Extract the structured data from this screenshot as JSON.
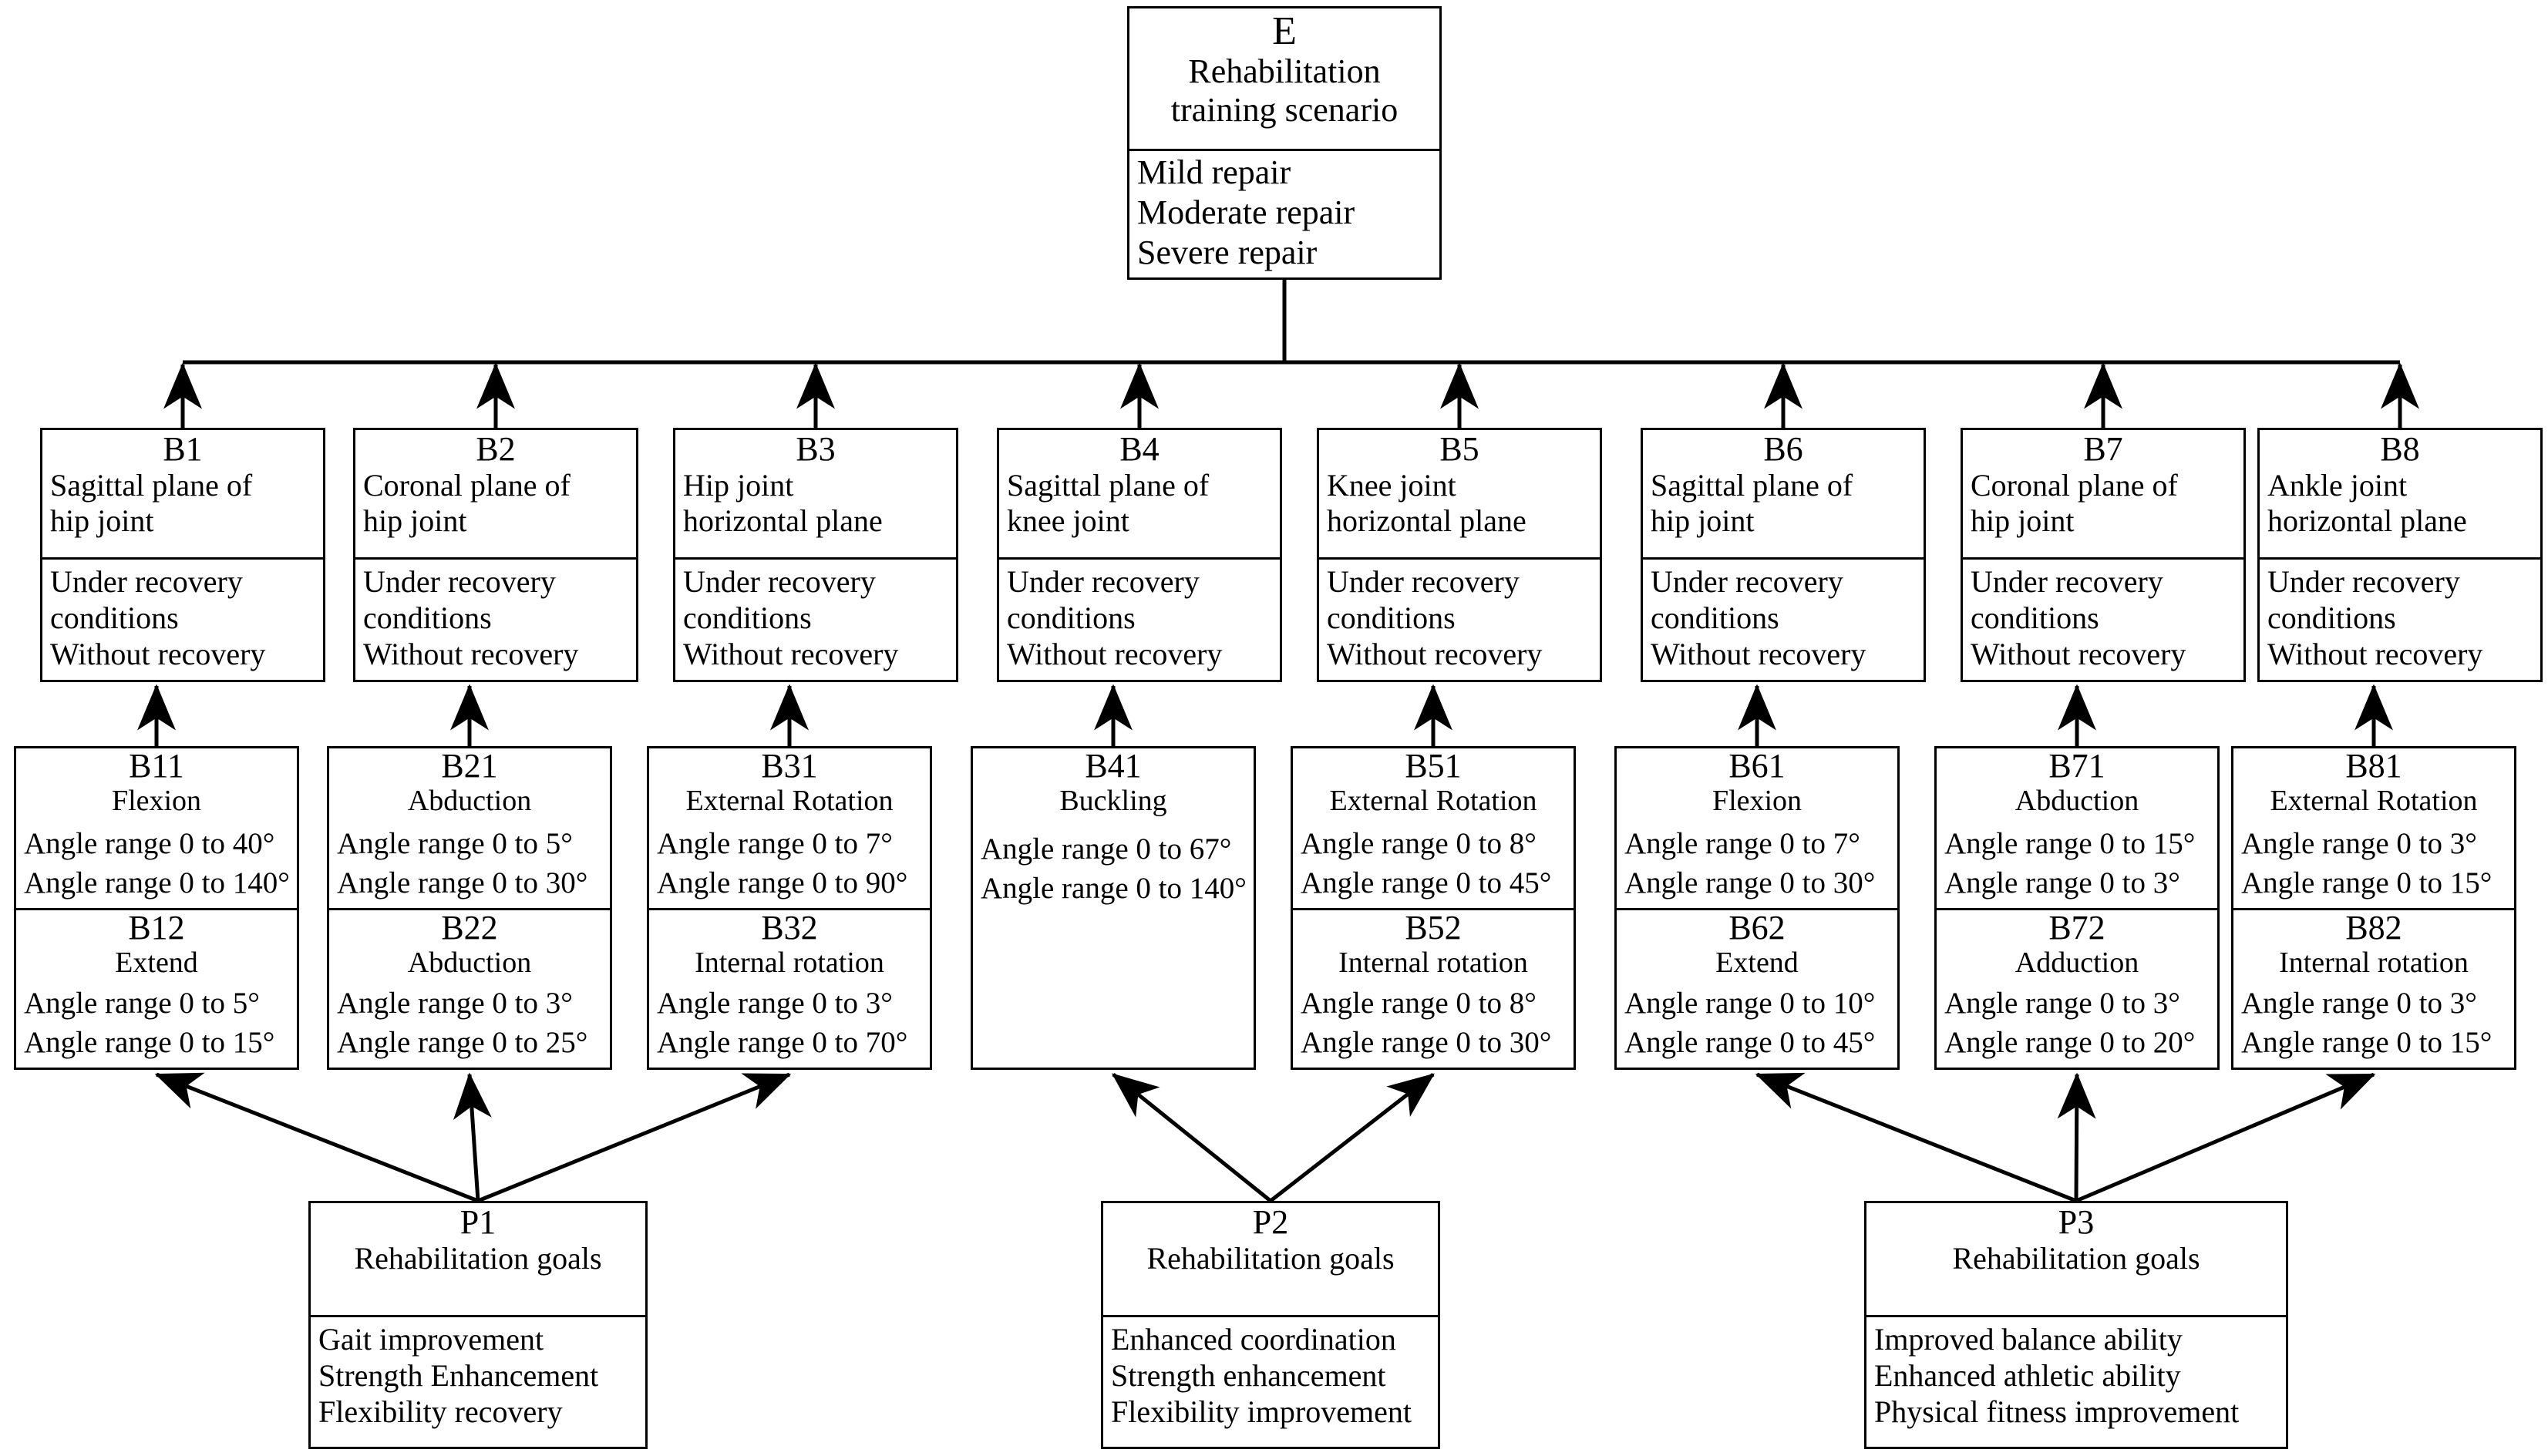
{
  "diagram": {
    "title_node": {
      "code": "E",
      "title_lines": [
        "Rehabilitation",
        "training scenario"
      ],
      "items": [
        "Mild repair",
        "Moderate repair",
        "Severe repair"
      ]
    },
    "b_nodes": [
      {
        "code": "B1",
        "title_lines": [
          "Sagittal plane of",
          "hip joint"
        ],
        "items": [
          "Under recovery",
          "conditions",
          "Without recovery"
        ]
      },
      {
        "code": "B2",
        "title_lines": [
          "Coronal plane of",
          "hip joint"
        ],
        "items": [
          "Under recovery",
          "conditions",
          "Without recovery"
        ]
      },
      {
        "code": "B3",
        "title_lines": [
          "Hip joint",
          "horizontal plane"
        ],
        "items": [
          "Under recovery",
          "conditions",
          "Without recovery"
        ]
      },
      {
        "code": "B4",
        "title_lines": [
          "Sagittal plane of",
          "knee joint"
        ],
        "items": [
          "Under recovery",
          "conditions",
          "Without recovery"
        ]
      },
      {
        "code": "B5",
        "title_lines": [
          "Knee joint",
          "horizontal plane"
        ],
        "items": [
          "Under recovery",
          "conditions",
          "Without recovery"
        ]
      },
      {
        "code": "B6",
        "title_lines": [
          "Sagittal plane of",
          "hip joint"
        ],
        "items": [
          "Under recovery",
          "conditions",
          "Without recovery"
        ]
      },
      {
        "code": "B7",
        "title_lines": [
          "Coronal plane of",
          "hip joint"
        ],
        "items": [
          "Under recovery",
          "conditions",
          "Without recovery"
        ]
      },
      {
        "code": "B8",
        "title_lines": [
          "Ankle joint",
          "horizontal plane"
        ],
        "items": [
          "Under recovery",
          "conditions",
          "Without recovery"
        ]
      }
    ],
    "leaf_columns": [
      {
        "first": {
          "code": "B11",
          "name": "Flexion",
          "angles": [
            "Angle range 0 to 40°",
            "Angle range 0 to 140°"
          ]
        },
        "second": {
          "code": "B12",
          "name": "Extend",
          "angles": [
            "Angle range 0 to 5°",
            "Angle range 0 to 15°"
          ]
        }
      },
      {
        "first": {
          "code": "B21",
          "name": "Abduction",
          "angles": [
            "Angle range 0 to 5°",
            "Angle range 0 to 30°"
          ]
        },
        "second": {
          "code": "B22",
          "name": "Abduction",
          "angles": [
            "Angle range 0 to 3°",
            "Angle range 0 to 25°"
          ]
        }
      },
      {
        "first": {
          "code": "B31",
          "name": "External Rotation",
          "angles": [
            "Angle range 0 to 7°",
            "Angle range 0 to 90°"
          ]
        },
        "second": {
          "code": "B32",
          "name": "Internal rotation",
          "angles": [
            "Angle range 0 to 3°",
            "Angle range 0 to 70°"
          ]
        }
      },
      {
        "first": {
          "code": "B41",
          "name": "Buckling",
          "angles": [
            "Angle range 0 to 67°",
            "Angle range 0 to 140°"
          ]
        },
        "second": null
      },
      {
        "first": {
          "code": "B51",
          "name": "External Rotation",
          "angles": [
            "Angle range 0 to 8°",
            "Angle range 0 to 45°"
          ]
        },
        "second": {
          "code": "B52",
          "name": "Internal rotation",
          "angles": [
            "Angle range 0 to 8°",
            "Angle range 0 to 30°"
          ]
        }
      },
      {
        "first": {
          "code": "B61",
          "name": "Flexion",
          "angles": [
            "Angle range 0 to 7°",
            "Angle range 0 to 30°"
          ]
        },
        "second": {
          "code": "B62",
          "name": "Extend",
          "angles": [
            "Angle range 0 to 10°",
            "Angle range 0 to 45°"
          ]
        }
      },
      {
        "first": {
          "code": "B71",
          "name": "Abduction",
          "angles": [
            "Angle range 0 to 15°",
            "Angle range 0 to 3°"
          ]
        },
        "second": {
          "code": "B72",
          "name": "Adduction",
          "angles": [
            "Angle range 0 to 3°",
            "Angle range 0 to 20°"
          ]
        }
      },
      {
        "first": {
          "code": "B81",
          "name": "External Rotation",
          "angles": [
            "Angle range 0 to 3°",
            "Angle range 0 to 15°"
          ]
        },
        "second": {
          "code": "B82",
          "name": "Internal rotation",
          "angles": [
            "Angle range 0 to 3°",
            "Angle range 0 to 15°"
          ]
        }
      }
    ],
    "p_nodes": [
      {
        "code": "P1",
        "title": "Rehabilitation goals",
        "items": [
          "Gait improvement",
          "Strength Enhancement",
          "Flexibility recovery"
        ]
      },
      {
        "code": "P2",
        "title": "Rehabilitation goals",
        "items": [
          "Enhanced coordination",
          "Strength enhancement",
          "Flexibility improvement"
        ]
      },
      {
        "code": "P3",
        "title": "Rehabilitation goals",
        "items": [
          "Improved balance ability",
          "Enhanced athletic ability",
          "Physical fitness improvement"
        ]
      }
    ]
  }
}
